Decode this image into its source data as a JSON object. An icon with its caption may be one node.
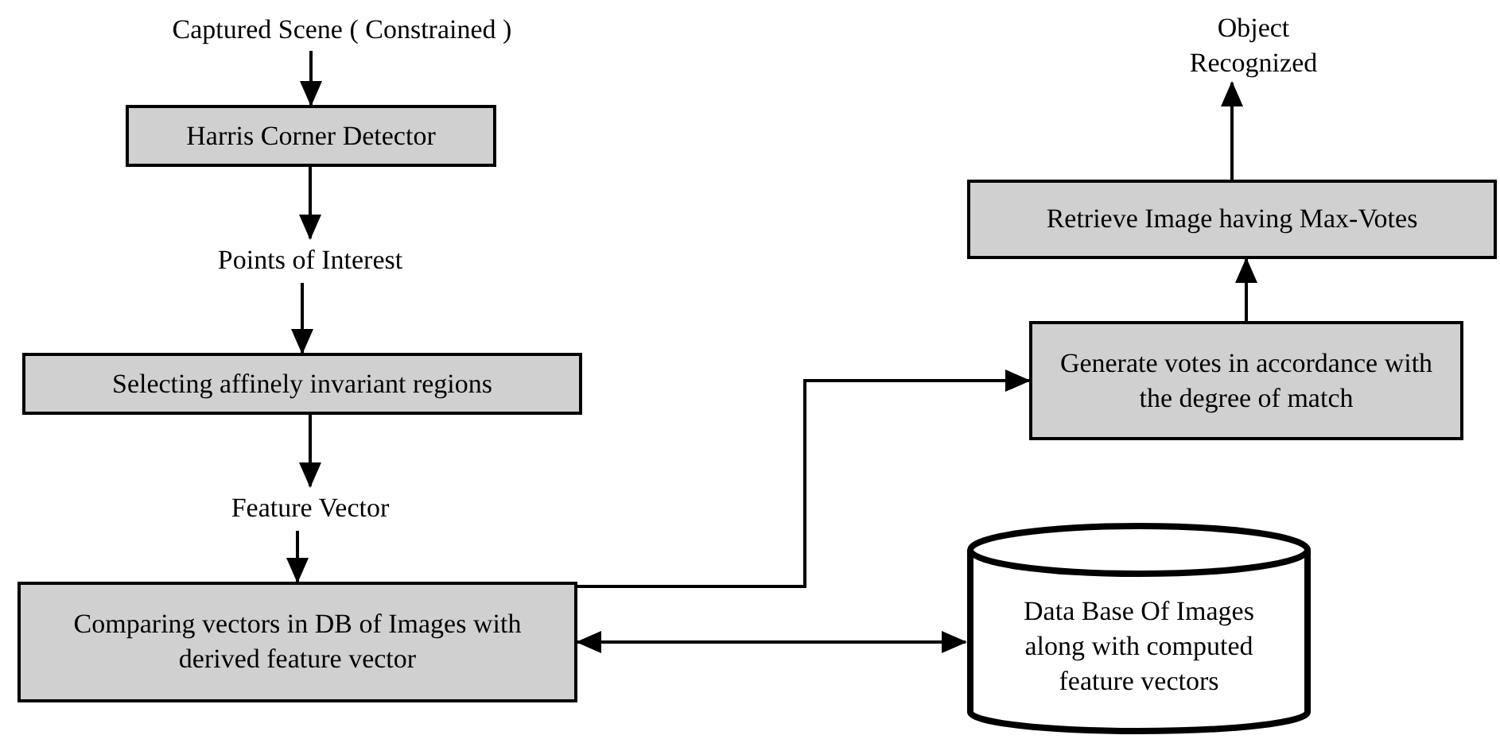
{
  "diagram": {
    "nodes": [
      {
        "text": [
          "Captured Scene ( Constrained )"
        ]
      },
      {
        "text": [
          "Harris Corner Detector"
        ]
      },
      {
        "text": [
          "Points of Interest"
        ]
      },
      {
        "text": [
          "Selecting affinely invariant regions"
        ]
      },
      {
        "text": [
          "Feature Vector"
        ]
      },
      {
        "text": [
          "Comparing vectors in DB of Images with derived feature vector"
        ]
      },
      {
        "text": [
          "Generate votes in accordance with the degree of match"
        ]
      },
      {
        "text": [
          "Retrieve Image having Max-Votes"
        ]
      },
      {
        "text": [
          "Object Recognized"
        ]
      },
      {
        "text": [
          "Data Base Of Images along with computed feature vectors"
        ]
      }
    ],
    "edges": [
      {
        "from": 0,
        "to": 1,
        "arrow": "to"
      },
      {
        "from": 1,
        "to": 2,
        "arrow": "to"
      },
      {
        "from": 2,
        "to": 3,
        "arrow": "to"
      },
      {
        "from": 3,
        "to": 4,
        "arrow": "to"
      },
      {
        "from": 4,
        "to": 5,
        "arrow": "to"
      },
      {
        "from": 5,
        "to": 6,
        "arrow": "to"
      },
      {
        "from": 9,
        "to": 5,
        "arrow": "both"
      },
      {
        "from": 6,
        "to": 7,
        "arrow": "to"
      },
      {
        "from": 7,
        "to": 8,
        "arrow": "to"
      }
    ]
  }
}
